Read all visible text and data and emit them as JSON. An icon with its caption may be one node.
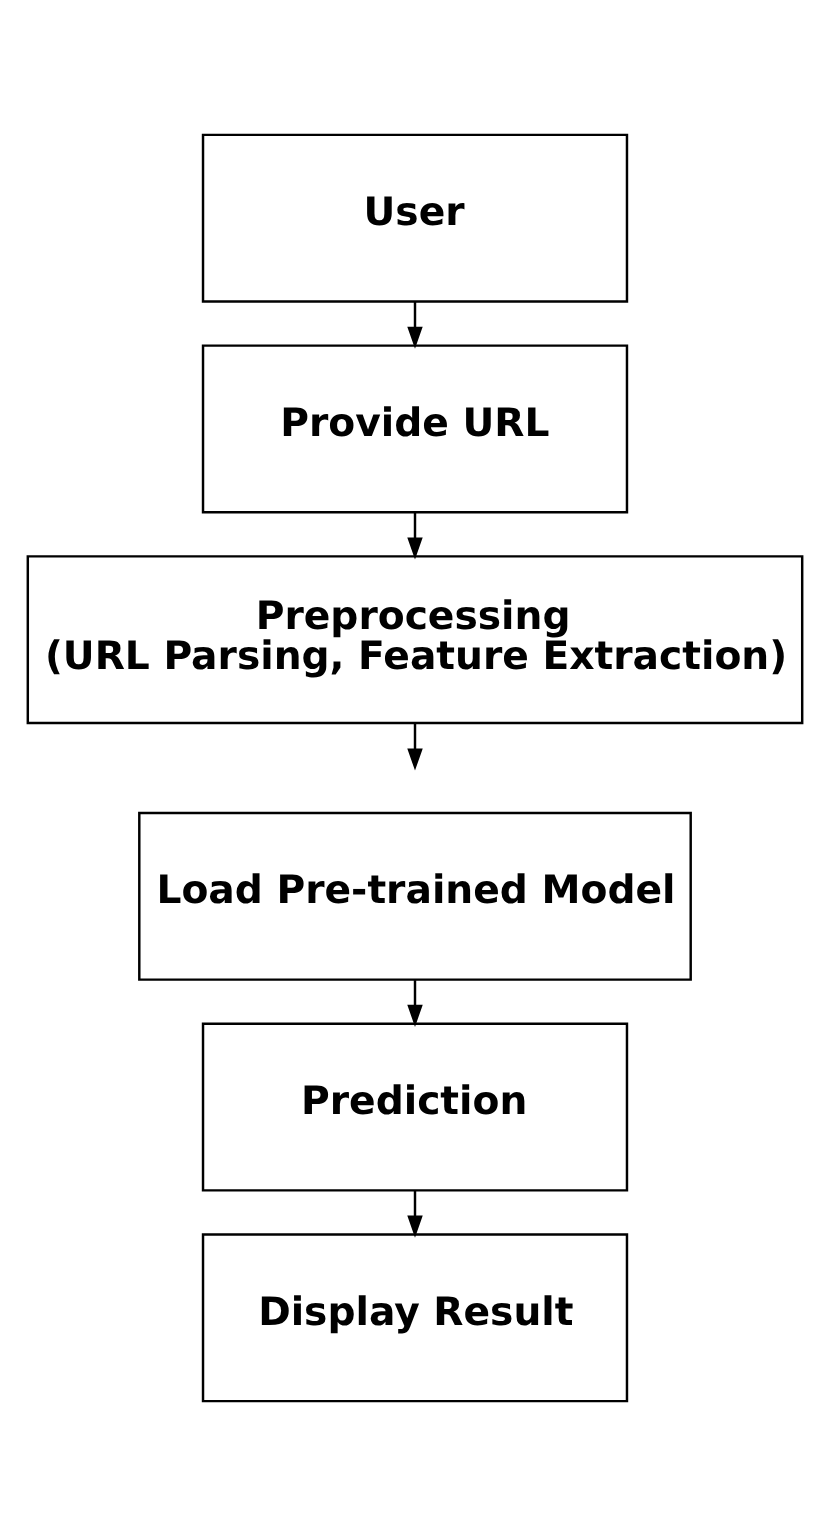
{
  "diagram": {
    "nodes": [
      {
        "text": [
          "User"
        ]
      },
      {
        "text": [
          "Provide URL"
        ]
      },
      {
        "text": [
          "Preprocessing",
          "(URL Parsing, Feature Extraction)"
        ]
      },
      {
        "text": [
          "Load Pre-trained Model"
        ]
      },
      {
        "text": [
          "Prediction"
        ]
      },
      {
        "text": [
          "Display Result"
        ]
      }
    ],
    "edges": [
      {
        "from": 0,
        "to": 1,
        "arrow": "to"
      },
      {
        "from": 1,
        "to": 2,
        "arrow": "to"
      },
      {
        "from": 2,
        "to": null,
        "arrow": "to"
      },
      {
        "from": 3,
        "to": 4,
        "arrow": "to"
      },
      {
        "from": 4,
        "to": 5,
        "arrow": "to"
      }
    ]
  }
}
